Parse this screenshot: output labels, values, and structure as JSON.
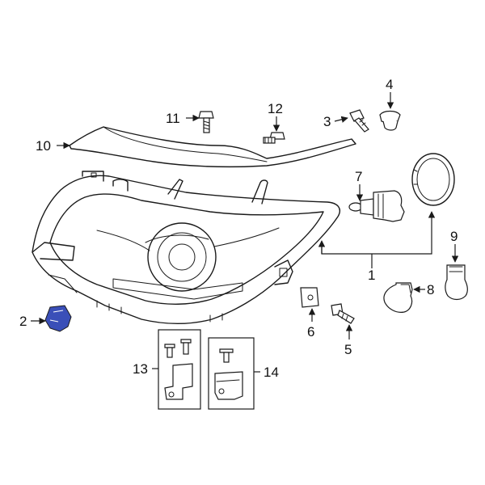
{
  "diagram": {
    "highlight_color": "#3a4fb8",
    "line_color": "#1a1a1a",
    "background": "#ffffff",
    "highlighted_part": "2",
    "callouts": [
      {
        "id": "c1",
        "label": "1"
      },
      {
        "id": "c2",
        "label": "2"
      },
      {
        "id": "c3",
        "label": "3"
      },
      {
        "id": "c4",
        "label": "4"
      },
      {
        "id": "c5",
        "label": "5"
      },
      {
        "id": "c6",
        "label": "6"
      },
      {
        "id": "c7",
        "label": "7"
      },
      {
        "id": "c8",
        "label": "8"
      },
      {
        "id": "c9",
        "label": "9"
      },
      {
        "id": "c10",
        "label": "10"
      },
      {
        "id": "c11",
        "label": "11"
      },
      {
        "id": "c12",
        "label": "12"
      },
      {
        "id": "c13",
        "label": "13"
      },
      {
        "id": "c14",
        "label": "14"
      }
    ]
  }
}
